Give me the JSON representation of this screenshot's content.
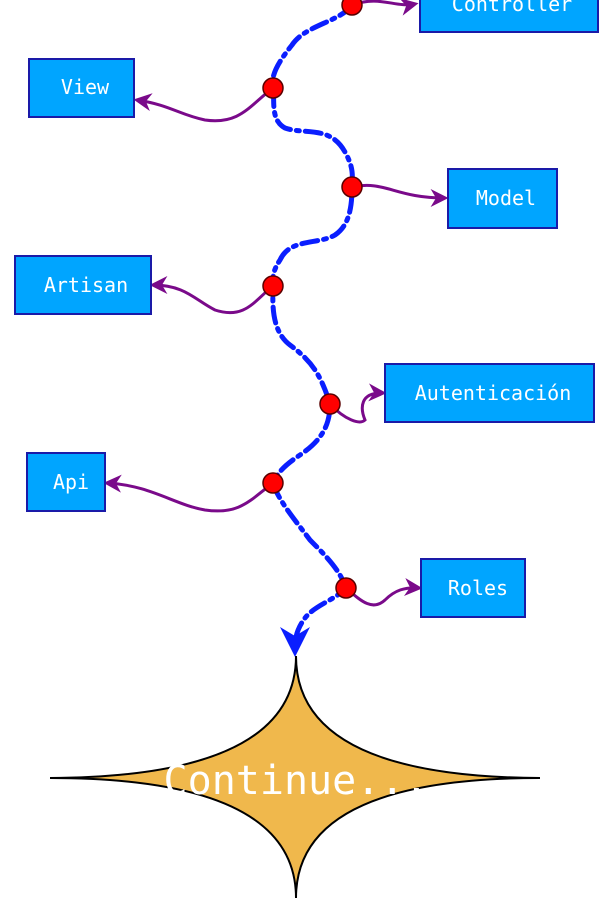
{
  "diagram": {
    "nodes": [
      {
        "id": "controller",
        "label": "Controller"
      },
      {
        "id": "view",
        "label": "View"
      },
      {
        "id": "model",
        "label": "Model"
      },
      {
        "id": "artisan",
        "label": "Artisan"
      },
      {
        "id": "autenticacion",
        "label": "Autenticación"
      },
      {
        "id": "api",
        "label": "Api"
      },
      {
        "id": "roles",
        "label": "Roles"
      }
    ],
    "final_label": "Continue...",
    "colors": {
      "box_fill": "#00a5ff",
      "box_border": "#1a1aa8",
      "box_text": "#ffffff",
      "spine": "#0a1eff",
      "branch": "#7a0a8a",
      "dot_fill": "#ff0000",
      "dot_border": "#5a0000",
      "star_fill": "#f0b84c",
      "star_border": "#000000"
    }
  }
}
